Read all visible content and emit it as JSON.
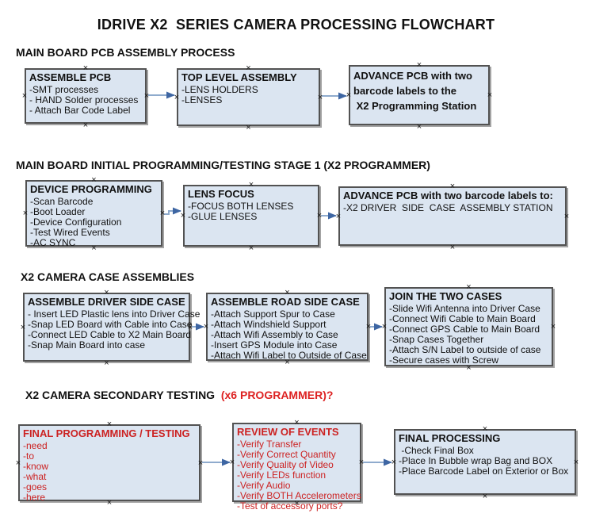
{
  "page": {
    "title": "IDRIVE X2  SERIES CAMERA PROCESSING FLOWCHART"
  },
  "colors": {
    "box_fill": "#dbe5f1",
    "box_border": "#525252",
    "accent_red": "#cc2222",
    "heading_red": "#dd2222",
    "arrow_line": "#8fabcd",
    "arrow_head": "#3e66a3"
  },
  "icons": {
    "connection_handle": "×"
  },
  "sections": [
    {
      "heading": "MAIN BOARD PCB ASSEMBLY PROCESS",
      "boxes": [
        {
          "title": "ASSEMBLE PCB",
          "items": [
            "-SMT processes",
            "- HAND Solder processes",
            "- Attach Bar Code Label"
          ]
        },
        {
          "title": "TOP LEVEL ASSEMBLY",
          "items": [
            "-LENS HOLDERS",
            "-LENSES"
          ]
        },
        {
          "title": "ADVANCE PCB with two\nbarcode labels to the\n X2 Programming Station",
          "items": []
        }
      ]
    },
    {
      "heading": "MAIN BOARD INITIAL PROGRAMMING/TESTING STAGE 1 (X2 PROGRAMMER)",
      "boxes": [
        {
          "title": "DEVICE PROGRAMMING",
          "items": [
            "-Scan Barcode",
            "-Boot Loader",
            "-Device Configuration",
            "-Test Wired Events",
            "-AC SYNC"
          ]
        },
        {
          "title": "LENS FOCUS",
          "items": [
            "-FOCUS BOTH LENSES",
            "-GLUE LENSES"
          ]
        },
        {
          "title": "ADVANCE PCB with two barcode labels to:",
          "items": [
            "-X2 DRIVER  SIDE  CASE  ASSEMBLY STATION"
          ]
        }
      ]
    },
    {
      "heading": "X2 CAMERA CASE ASSEMBLIES",
      "boxes": [
        {
          "title": "ASSEMBLE DRIVER SIDE CASE",
          "items": [
            "- Insert LED Plastic lens into Driver Case",
            "-Snap LED Board with Cable into Case",
            "-Connect LED Cable to X2 Main Board",
            "-Snap Main Board into case"
          ]
        },
        {
          "title": "ASSEMBLE ROAD SIDE CASE",
          "items": [
            "-Attach Support Spur to Case",
            "-Attach Windshield Support",
            "-Attach Wifi Assembly to Case",
            "-Insert GPS Module into Case",
            "-Attach Wifi Label to Outside of Case"
          ]
        },
        {
          "title": "JOIN THE TWO CASES",
          "items": [
            "-Slide Wifi Antenna into Driver Case",
            "-Connect Wifi Cable to Main Board",
            "-Connect GPS Cable to Main Board",
            "-Snap Cases Together",
            "-Attach S/N Label to outside of case",
            "-Secure cases with Screw"
          ]
        }
      ]
    },
    {
      "heading": "X2 CAMERA SECONDARY TESTING ",
      "heading_accent": " (x6 PROGRAMMER)?",
      "boxes": [
        {
          "title": "FINAL PROGRAMMING / TESTING",
          "items": [
            "-need",
            "-to",
            "-know",
            "-what",
            "-goes",
            "-here"
          ]
        },
        {
          "title": "REVIEW OF EVENTS",
          "items": [
            "-Verify Transfer",
            "-Verify Correct Quantity",
            "-Verify Quality of Video",
            "-Verify LEDs function",
            "-Verify Audio",
            "-Verify BOTH Accelerometers",
            "-Test of accessory ports?"
          ]
        },
        {
          "title": "FINAL PROCESSING",
          "items": [
            " -Check Final Box",
            "-Place In Bubble wrap Bag and BOX",
            "-Place Barcode Label on Exterior or Box"
          ]
        }
      ]
    }
  ]
}
